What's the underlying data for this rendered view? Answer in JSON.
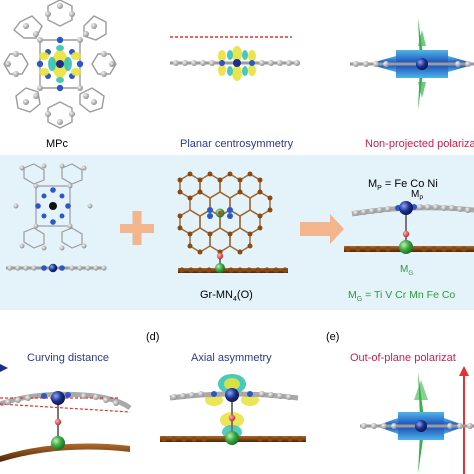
{
  "top": {
    "mpc_label": "MPc",
    "planar_label": "Planar centrosymmetry",
    "nonproj_label": "Non-projected polarizat"
  },
  "middle": {
    "mp_formula": "M",
    "mp_sub": "P",
    "mp_list": " = Fe   Co   Ni",
    "gr_label": "Gr-MN",
    "gr_sub": "4",
    "gr_suffix": "(O)",
    "mp_atom": "M",
    "mp_atom_sub": "P",
    "mg_atom": "M",
    "mg_atom_sub": "G",
    "mg_formula": "M",
    "mg_sub": "G",
    "mg_list": " = Ti   V   Cr   Mn   Fe   Co"
  },
  "bottom": {
    "panel_d": "(d)",
    "panel_e": "(e)",
    "curving_label": "Curving distance",
    "axial_label": "Axial asymmetry",
    "outplane_label": "Out-of-plane polarizat"
  },
  "colors": {
    "blue_text": "#2b3a8f",
    "red_text": "#d01c4b",
    "green_text": "#2e9a3a",
    "panel_bg": "#e4f3fa",
    "orange": "#f3b58c",
    "carbon_grey": "#a9a9a9",
    "nitrogen_blue": "#2b57c9",
    "graphene_brown": "#8a4a12",
    "metal_green": "#2f9e3b",
    "oxygen_red": "#e03131"
  }
}
